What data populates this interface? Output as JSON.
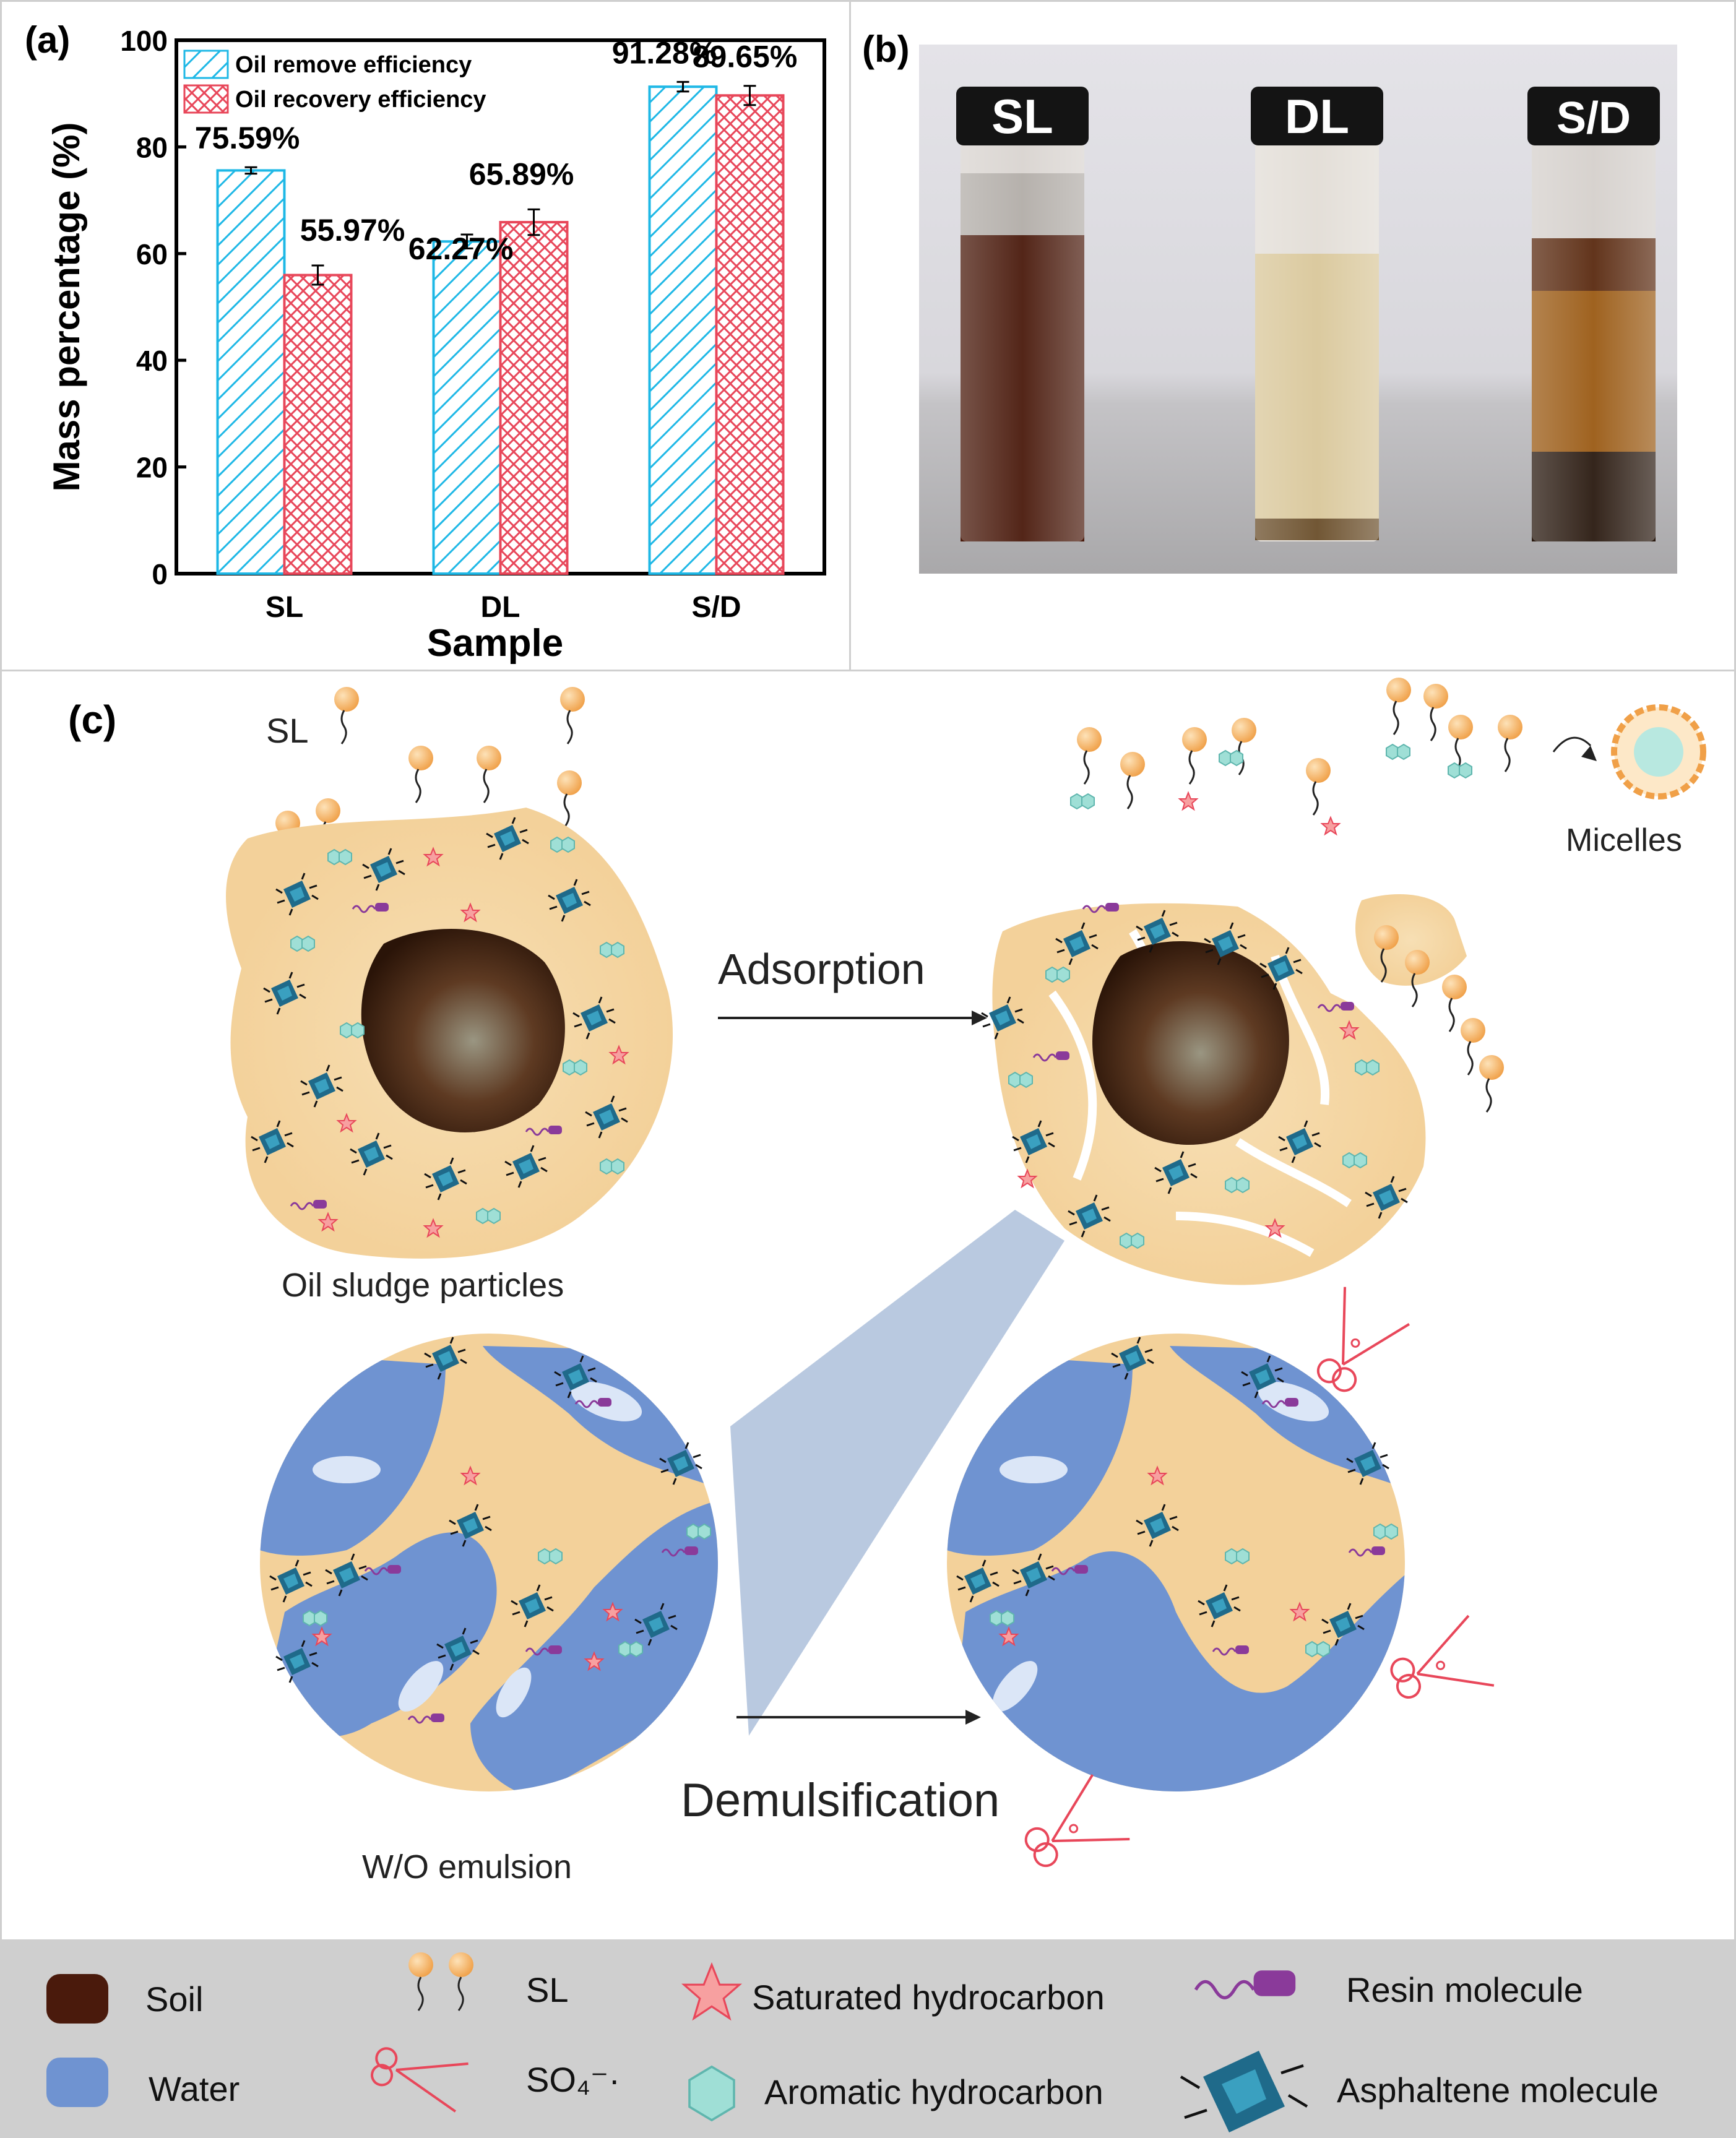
{
  "panel_a": {
    "label": "(a)",
    "chart_data": {
      "type": "bar",
      "categories": [
        "SL",
        "DL",
        "S/D"
      ],
      "series": [
        {
          "name": "Oil remove efficiency",
          "values": [
            75.59,
            62.27,
            91.28
          ],
          "errors": [
            0.6,
            1.3,
            0.9
          ],
          "labels": [
            "75.59%",
            "62.27%",
            "91.28%"
          ],
          "color": "#1fb8e6",
          "pattern": "diagonal-hatch"
        },
        {
          "name": "Oil recovery efficiency",
          "values": [
            55.97,
            65.89,
            89.65
          ],
          "errors": [
            1.8,
            2.4,
            1.8
          ],
          "labels": [
            "55.97%",
            "65.89%",
            "89.65%"
          ],
          "color": "#e8475a",
          "pattern": "crosshatch"
        }
      ],
      "xlabel": "Sample",
      "ylabel": "Mass percentage (%)",
      "ylim": [
        0,
        100
      ],
      "yticks": [
        0,
        20,
        40,
        60,
        80,
        100
      ],
      "legend_position": "top-left",
      "grid": false
    }
  },
  "panel_b": {
    "label": "(b)",
    "vials": [
      {
        "cap_label": "SL",
        "liquid_color": "#4a1a0c"
      },
      {
        "cap_label": "DL",
        "liquid_color": "#d9c79a"
      },
      {
        "cap_label": "S/D",
        "liquid_color": "#9a5a14"
      }
    ]
  },
  "panel_c": {
    "label": "(c)",
    "sl_label": "SL",
    "micelles_label": "Micelles",
    "adsorption_label": "Adsorption",
    "particles_label": "Oil sludge particles",
    "demulsification_label": "Demulsification",
    "emulsion_label": "W/O emulsion"
  },
  "legend": {
    "soil": "Soil",
    "water": "Water",
    "sl": "SL",
    "so4": "SO₄⁻·",
    "saturated": "Saturated hydrocarbon",
    "aromatic": "Aromatic hydrocarbon",
    "resin": "Resin molecule",
    "asphaltene": "Asphaltene molecule",
    "soil_color": "#4a1a0c",
    "water_color": "#6f93d1"
  }
}
